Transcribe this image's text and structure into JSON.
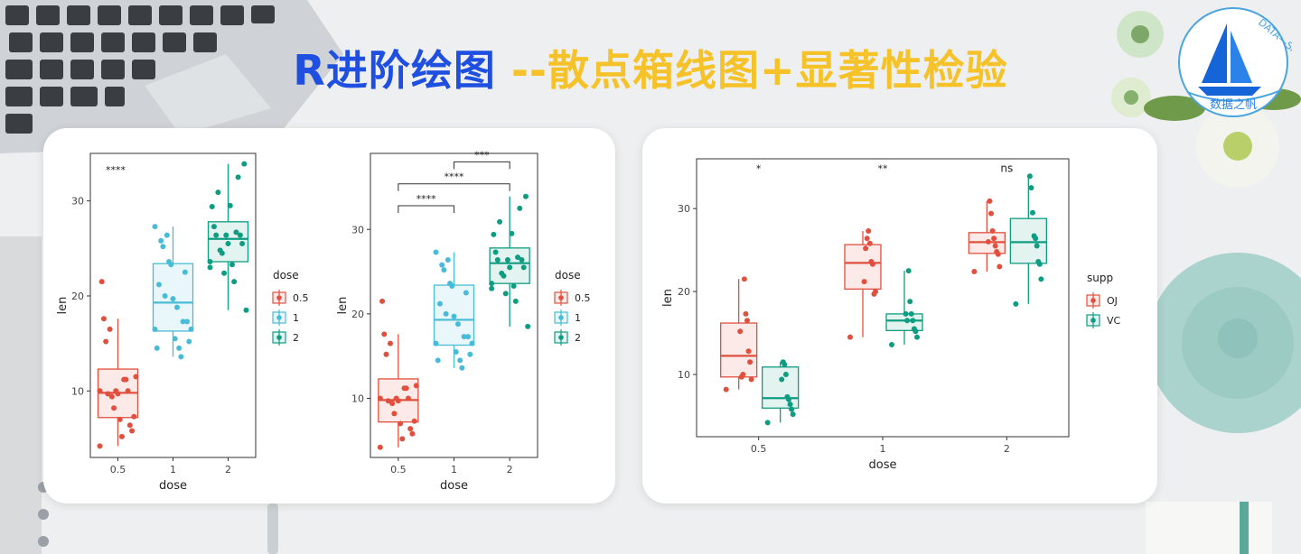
{
  "header": {
    "title_main": "R进阶绘图",
    "title_sub": "--散点箱线图+显著性检验"
  },
  "logo": {
    "top_text": "DATA—SAIL",
    "bottom_text": "数据之帆"
  },
  "colors": {
    "red": "#e1503e",
    "cyan": "#48bcd6",
    "teal": "#0f9d82",
    "title_blue": "#1e4fe0",
    "title_yellow": "#f5c22a"
  },
  "chart_data": [
    {
      "type": "box",
      "xlabel": "dose",
      "ylabel": "len",
      "categories": [
        "0.5",
        "1",
        "2"
      ],
      "ylim": [
        3,
        35
      ],
      "yticks": [
        10,
        20,
        30
      ],
      "legend": {
        "title": "dose",
        "entries": [
          "0.5",
          "1",
          "2"
        ]
      },
      "boxes": [
        {
          "x": "0.5",
          "q1": 7.2,
          "median": 9.8,
          "q3": 12.3,
          "min": 4.2,
          "max": 17.6,
          "color": "#e1503e"
        },
        {
          "x": "1",
          "q1": 16.3,
          "median": 19.3,
          "q3": 23.4,
          "min": 13.6,
          "max": 27.3,
          "color": "#48bcd6"
        },
        {
          "x": "2",
          "q1": 23.6,
          "median": 26.0,
          "q3": 27.8,
          "min": 18.5,
          "max": 33.9,
          "color": "#0f9d82"
        }
      ],
      "points": [
        [
          4.2,
          11.5,
          7.3,
          5.8,
          6.4,
          10,
          11.2,
          11.2,
          5.2,
          7,
          16.5,
          16.5,
          15.2,
          17.3,
          22.5,
          17.3,
          13.6,
          14.5,
          18.8,
          15.5,
          23.6,
          18.5,
          33.9,
          25.5,
          26.4,
          32.5,
          26.7,
          21.5,
          23.3,
          29.5
        ],
        [
          9.7,
          10,
          8.2,
          9.4,
          16.5,
          9.7,
          19.7,
          23.3,
          23.6,
          26.4,
          20,
          25.2,
          25.8,
          21.2,
          14.5,
          27.3,
          25.5,
          26.4,
          22.4,
          24.5,
          24.8,
          30.9,
          26.4,
          27.3,
          29.4,
          23,
          21.5,
          21.8,
          19.7,
          18.5
        ]
      ],
      "annotations": [
        {
          "label": "****"
        }
      ]
    },
    {
      "type": "box",
      "xlabel": "dose",
      "ylabel": "len",
      "categories": [
        "0.5",
        "1",
        "2"
      ],
      "ylim": [
        3,
        39
      ],
      "yticks": [
        10,
        20,
        30
      ],
      "legend": {
        "title": "dose",
        "entries": [
          "0.5",
          "1",
          "2"
        ]
      },
      "boxes": [
        {
          "x": "0.5",
          "q1": 7.2,
          "median": 9.8,
          "q3": 12.3,
          "min": 4.2,
          "max": 17.6,
          "color": "#e1503e"
        },
        {
          "x": "1",
          "q1": 16.3,
          "median": 19.3,
          "q3": 23.4,
          "min": 13.6,
          "max": 27.3,
          "color": "#48bcd6"
        },
        {
          "x": "2",
          "q1": 23.6,
          "median": 26.0,
          "q3": 27.8,
          "min": 18.5,
          "max": 33.9,
          "color": "#0f9d82"
        }
      ],
      "comparisons": [
        {
          "from": "0.5",
          "to": "1",
          "label": "****",
          "y": 32.8
        },
        {
          "from": "0.5",
          "to": "2",
          "label": "****",
          "y": 35.4
        },
        {
          "from": "1",
          "to": "2",
          "label": "***",
          "y": 38.0
        }
      ]
    },
    {
      "type": "box",
      "xlabel": "dose",
      "ylabel": "len",
      "categories": [
        "0.5",
        "1",
        "2"
      ],
      "ylim": [
        2.5,
        36
      ],
      "yticks": [
        10,
        20,
        30
      ],
      "legend": {
        "title": "supp",
        "entries": [
          "OJ",
          "VC"
        ]
      },
      "groups": [
        {
          "x": "0.5",
          "OJ": {
            "q1": 9.7,
            "median": 12.25,
            "q3": 16.2,
            "min": 8.2,
            "max": 21.5
          },
          "VC": {
            "q1": 5.95,
            "median": 7.15,
            "q3": 10.9,
            "min": 4.2,
            "max": 11.5
          },
          "label": "*"
        },
        {
          "x": "1",
          "OJ": {
            "q1": 20.3,
            "median": 23.45,
            "q3": 25.65,
            "min": 14.5,
            "max": 27.3
          },
          "VC": {
            "q1": 15.3,
            "median": 16.5,
            "q3": 17.3,
            "min": 13.6,
            "max": 22.5
          },
          "label": "**"
        },
        {
          "x": "2",
          "OJ": {
            "q1": 24.6,
            "median": 25.95,
            "q3": 27.1,
            "min": 22.4,
            "max": 30.9
          },
          "VC": {
            "q1": 23.4,
            "median": 25.95,
            "q3": 28.8,
            "min": 18.5,
            "max": 33.9
          },
          "label": "ns"
        }
      ]
    }
  ]
}
